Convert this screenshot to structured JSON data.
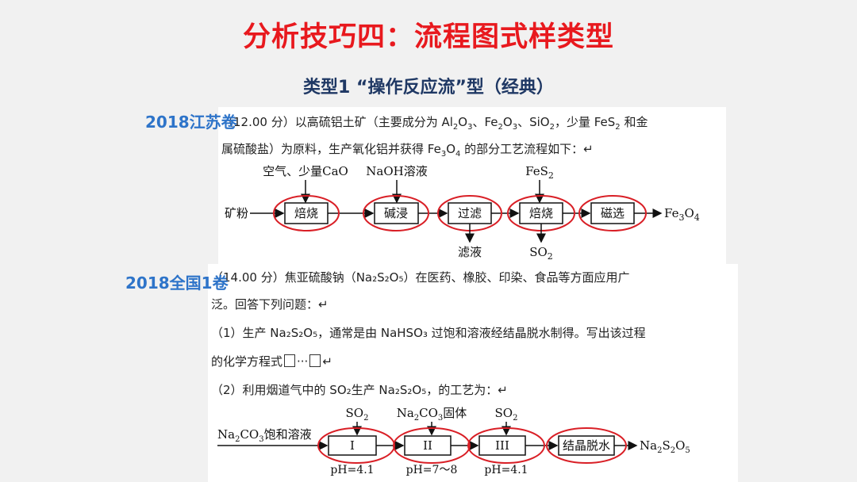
{
  "slide": {
    "title": "分析技巧四：流程图式样类型",
    "subtitle": "类型1 “操作反应流”型（经典）"
  },
  "q1": {
    "source": "2018江苏卷",
    "line1_prefix": "（12.00 分）以高硫铝土矿（主要成分为 Al",
    "line1_a": "2",
    "line1_b": "O",
    "line1_c": "3",
    "line1_d": "、Fe",
    "line1_e": "2",
    "line1_f": "O",
    "line1_g": "3",
    "line1_h": "、SiO",
    "line1_i": "2",
    "line1_j": "，少量 FeS",
    "line1_k": "2",
    "line1_l": " 和金",
    "line2_prefix": "属硫酸盐）为原料，生产氧化铝并获得 Fe",
    "line2_a": "3",
    "line2_b": "O",
    "line2_c": "4",
    "line2_d": " 的部分工艺流程如下：↵",
    "flow": {
      "start": "矿粉",
      "inputs": [
        "空气、少量CaO",
        "NaOH溶液",
        "FeS2"
      ],
      "steps": [
        "焙烧",
        "碱浸",
        "过滤",
        "焙烧",
        "磁选"
      ],
      "outputs": [
        "滤液",
        "SO2"
      ],
      "end": "Fe3O4"
    }
  },
  "q2": {
    "source": "2018全国1卷",
    "line1": "（14.00 分）焦亚硫酸钠（Na₂S₂O₅）在医药、橡胶、印染、食品等方面应用广",
    "line2": "泛。回答下列问题：↵",
    "line3": "（1）生产 Na₂S₂O₅，通常是由 NaHSO₃ 过饱和溶液经结晶脱水制得。写出该过程",
    "line4_prefix": "的化学方程式",
    "line4_dots": "···",
    "line4_suffix": "↵",
    "line5": "（2）利用烟道气中的 SO₂生产 Na₂S₂O₅，的工艺为：↵",
    "flow": {
      "start": "Na2CO3饱和溶液",
      "inputs": [
        "SO2",
        "Na2CO3固体",
        "SO2"
      ],
      "steps": [
        "I",
        "II",
        "III",
        "结晶脱水"
      ],
      "conditions": [
        "pH=4.1",
        "pH=7～8",
        "pH=4.1"
      ],
      "end": "Na2S2O5"
    }
  },
  "colors": {
    "title": "#e8191e",
    "subtitle": "#1f3864",
    "source": "#2e74c9",
    "circle": "#d91f26"
  }
}
